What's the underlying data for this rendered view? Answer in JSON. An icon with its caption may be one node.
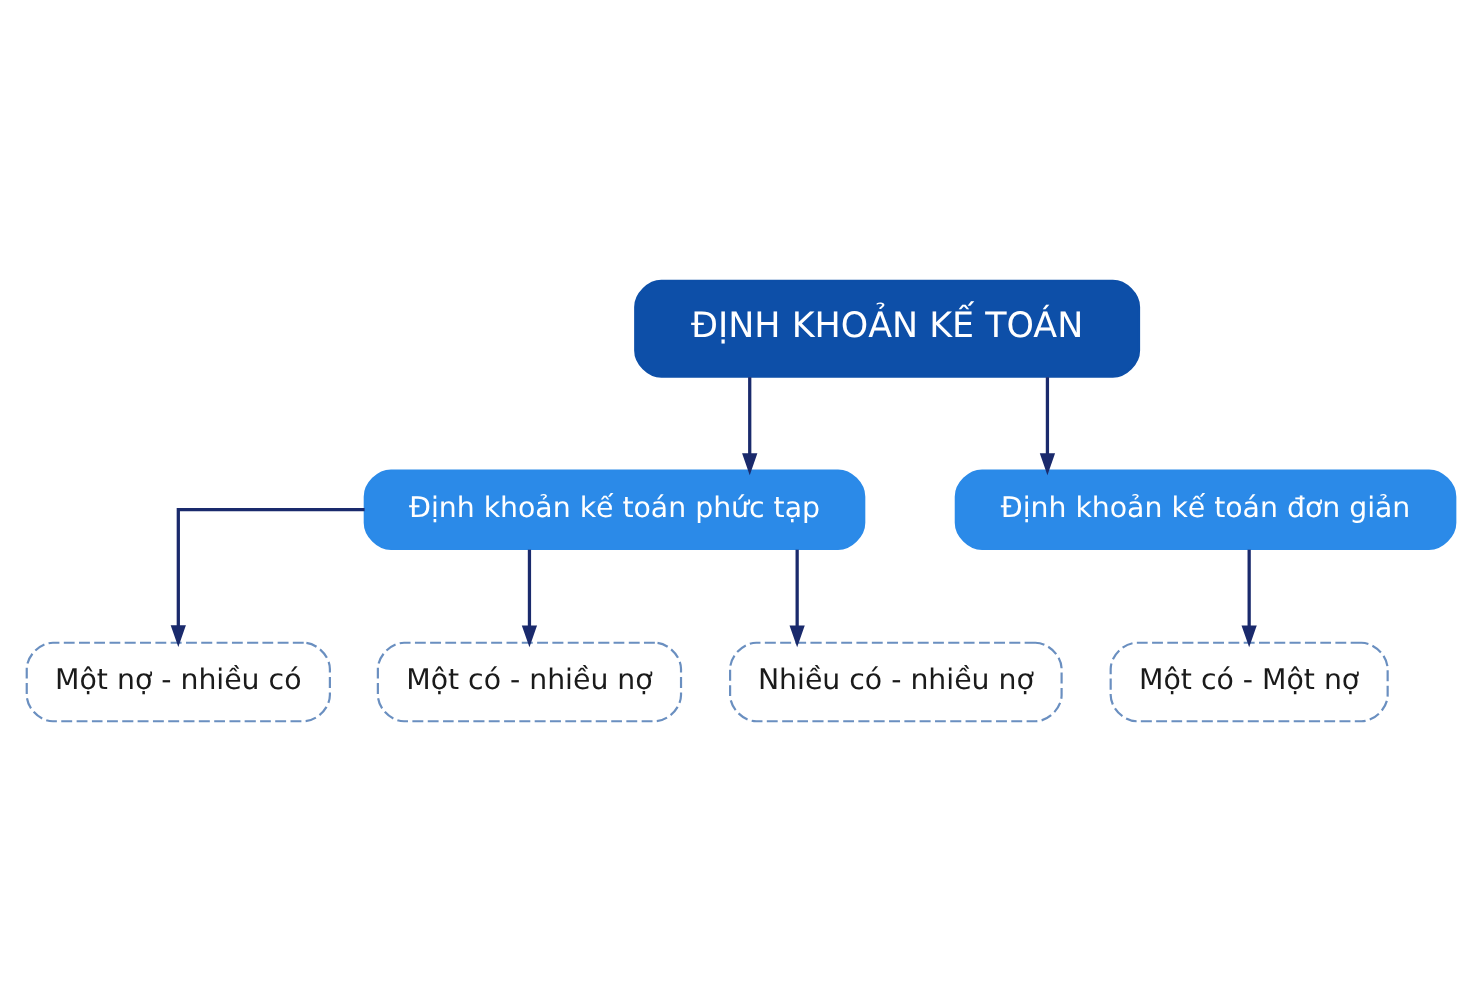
{
  "diagram": {
    "nodes": [
      {
        "text": [
          "ĐỊNH KHOẢN KẾ TOÁN"
        ]
      },
      {
        "text": [
          "Định khoản kế toán phức tạp"
        ]
      },
      {
        "text": [
          "Định khoản kế toán đơn giản"
        ]
      },
      {
        "text": [
          "Một nợ - nhiều có"
        ]
      },
      {
        "text": [
          "Một có - nhiều nợ"
        ]
      },
      {
        "text": [
          "Nhiều có - nhiều nợ"
        ]
      },
      {
        "text": [
          "Một có - Một nợ"
        ]
      }
    ],
    "edges": [
      {
        "from": 0,
        "to": 1,
        "arrow": "to"
      },
      {
        "from": 0,
        "to": 2,
        "arrow": "to"
      },
      {
        "from": 1,
        "to": 3,
        "arrow": "to"
      },
      {
        "from": 1,
        "to": 4,
        "arrow": "to"
      },
      {
        "from": 1,
        "to": 5,
        "arrow": "to"
      },
      {
        "from": 2,
        "to": 6,
        "arrow": "to"
      }
    ]
  }
}
